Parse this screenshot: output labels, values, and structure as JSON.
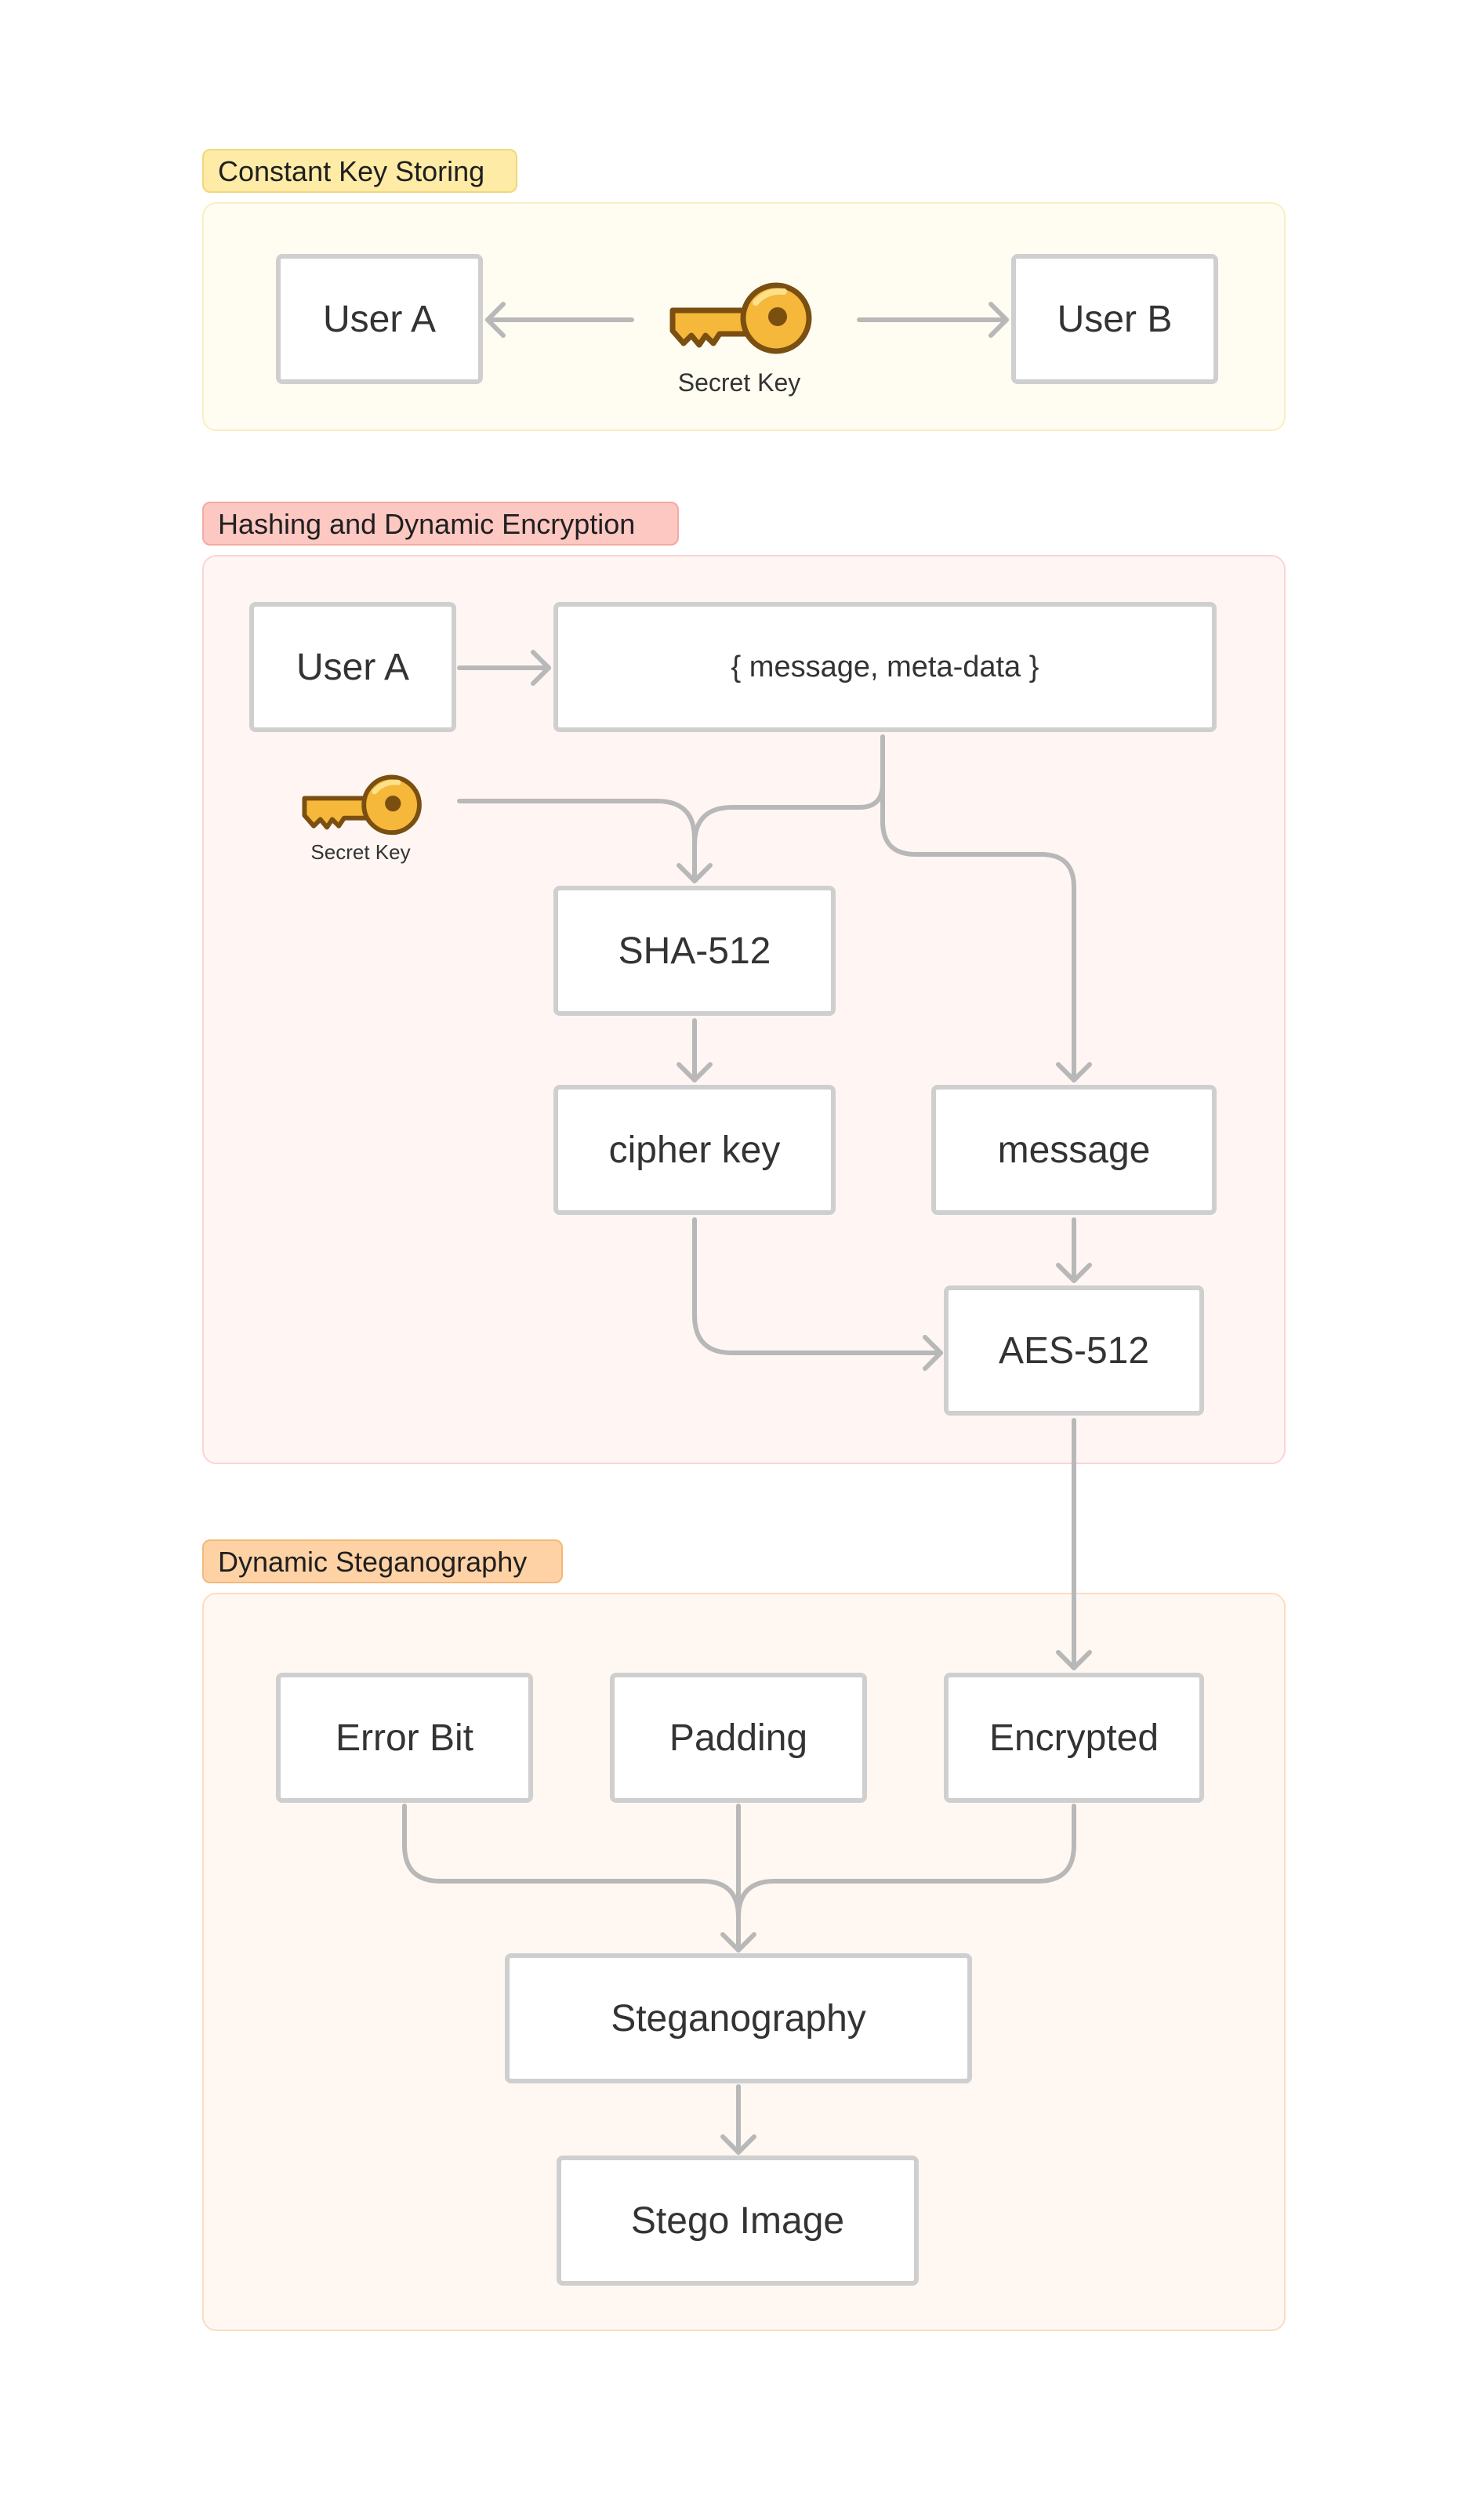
{
  "sections": {
    "constant": {
      "title": "Constant Key Storing",
      "user_a": "User A",
      "user_b": "User B",
      "key_label": "Secret Key"
    },
    "hashing": {
      "title": "Hashing and Dynamic Encryption",
      "user_a": "User A",
      "payload": "{ message, meta-data }",
      "key_label": "Secret Key",
      "sha": "SHA-512",
      "cipher_key": "cipher key",
      "message": "message",
      "aes": "AES-512"
    },
    "stego": {
      "title": "Dynamic Steganography",
      "error_bit": "Error Bit",
      "padding": "Padding",
      "encrypted": "Encrypted",
      "steganography": "Steganography",
      "stego_image": "Stego Image"
    }
  },
  "colors": {
    "section_constant_bg": "#fffdf2",
    "section_hashing_bg": "#fff6f4",
    "section_stego_bg": "#fff8f2",
    "tag_constant": "#fdeba6",
    "tag_hashing": "#fdc7c2",
    "tag_stego": "#fed2a4",
    "box_border": "#cfcfcf",
    "connector": "#b8b8b8",
    "key_gold": "#f5b83a",
    "key_outline": "#7a4f10"
  },
  "icons": {
    "key": "key-icon"
  }
}
